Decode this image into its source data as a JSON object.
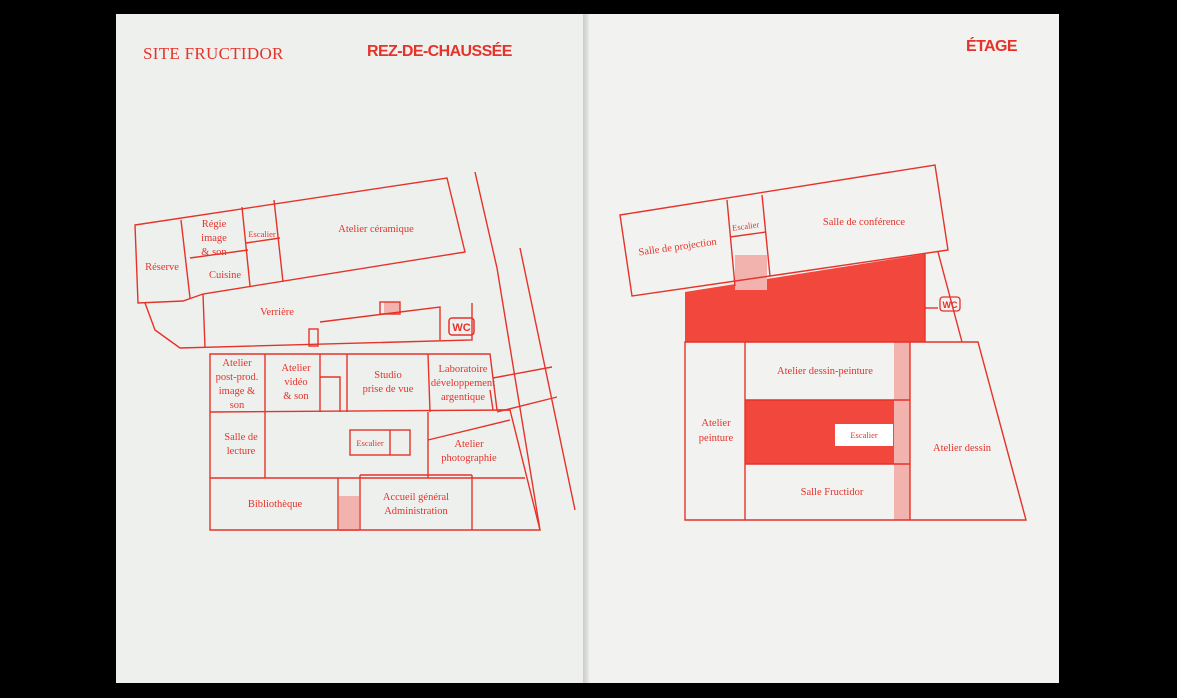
{
  "colors": {
    "accent": "#e5332a",
    "paper": "#eef0ee",
    "background": "#000000"
  },
  "header": {
    "site_title": "SITE FRUCTIDOR",
    "ground_floor_title": "REZ-DE-CHAUSSÉE",
    "upper_floor_title": "ÉTAGE"
  },
  "ground_floor": {
    "reserve": "Réserve",
    "regie_1": "Régie",
    "regie_2": "image",
    "regie_3": "& son",
    "escalier_top": "Escalier",
    "cuisine": "Cuisine",
    "atelier_ceramique": "Atelier céramique",
    "verriere": "Verrière",
    "wc": "WC",
    "post_prod_1": "Atelier",
    "post_prod_2": "post-prod.",
    "post_prod_3": "image &",
    "post_prod_4": "son",
    "video_1": "Atelier",
    "video_2": "vidéo",
    "video_3": "& son",
    "studio_1": "Studio",
    "studio_2": "prise de vue",
    "labo_1": "Laboratoire",
    "labo_2": "développement",
    "labo_3": "argentique",
    "lecture_1": "Salle de",
    "lecture_2": "lecture",
    "escalier_center": "Escalier",
    "photo_1": "Atelier",
    "photo_2": "photographie",
    "bibliotheque": "Bibliothèque",
    "accueil_1": "Accueil général",
    "accueil_2": "Administration"
  },
  "upper_floor": {
    "projection": "Salle de projection",
    "escalier_top": "Escalier",
    "conference": "Salle de conférence",
    "wc": "WC",
    "dessin_peinture": "Atelier dessin-peinture",
    "peinture_1": "Atelier",
    "peinture_2": "peinture",
    "escalier_center": "Escalier",
    "atelier_dessin": "Atelier dessin",
    "salle_fructidor": "Salle Fructidor"
  }
}
